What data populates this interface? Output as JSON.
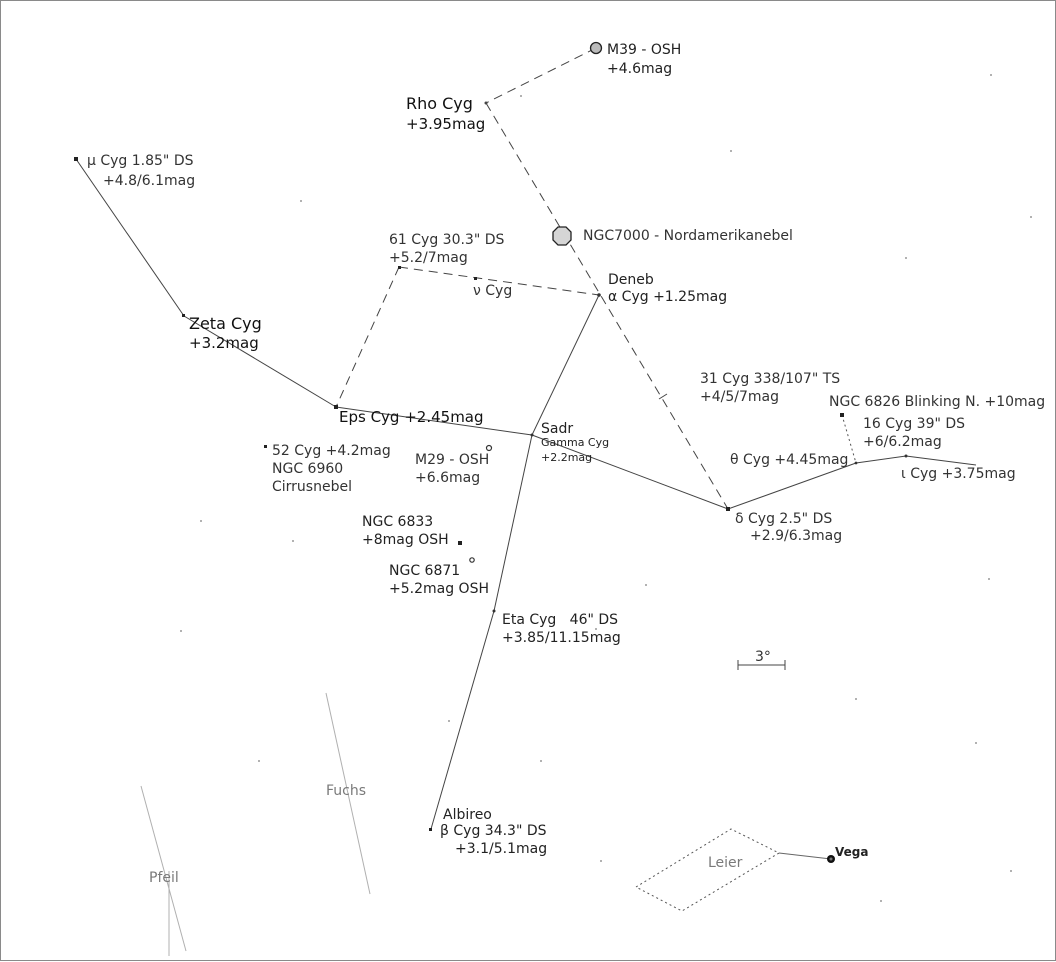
{
  "figure": {
    "objects": {
      "m39": [
        "M39 - OSH",
        "+4.6mag"
      ],
      "rho": [
        "Rho Cyg",
        "+3.95mag"
      ],
      "mu": [
        "μ Cyg 1.85\" DS",
        "+4.8/6.1mag"
      ],
      "ngc7000": "NGC7000 - Nordamerikanebel",
      "cyg61": [
        "61 Cyg 30.3\" DS",
        "+5.2/7mag"
      ],
      "nu": "ν Cyg",
      "deneb": [
        "Deneb",
        "α Cyg +1.25mag"
      ],
      "zeta": [
        "Zeta Cyg",
        "+3.2mag"
      ],
      "cyg31": [
        "31 Cyg 338/107\" TS",
        "+4/5/7mag"
      ],
      "ngc6826": "NGC 6826 Blinking N. +10mag",
      "cyg16": [
        "16 Cyg 39\" DS",
        "+6/6.2mag"
      ],
      "eps": "Eps Cyg +2.45mag",
      "sadr": [
        "Sadr",
        "Gamma Cyg",
        "+2.2mag"
      ],
      "cyg52": [
        "52 Cyg +4.2mag",
        "NGC 6960",
        "Cirrusnebel"
      ],
      "m29": [
        "M29 - OSH",
        "+6.6mag"
      ],
      "theta": "θ Cyg +4.45mag",
      "iota": "ι Cyg +3.75mag",
      "delta": [
        "δ Cyg 2.5\" DS",
        "+2.9/6.3mag"
      ],
      "ngc6833": [
        "NGC 6833",
        "+8mag OSH"
      ],
      "ngc6871": [
        "NGC 6871",
        "+5.2mag OSH"
      ],
      "eta": [
        "Eta Cyg   46\" DS",
        "+3.85/11.15mag"
      ],
      "albireo": [
        "Albireo",
        "β Cyg 34.3\" DS",
        "+3.1/5.1mag"
      ],
      "vega": "Vega"
    },
    "constellations": {
      "fuchs": "Fuchs",
      "pfeil": "Pfeil",
      "leier": "Leier"
    },
    "scale_bar": "3°",
    "colors": {
      "lines": "#444444",
      "constellation_grey": "#7a7a7a",
      "background": "#ffffff"
    }
  }
}
